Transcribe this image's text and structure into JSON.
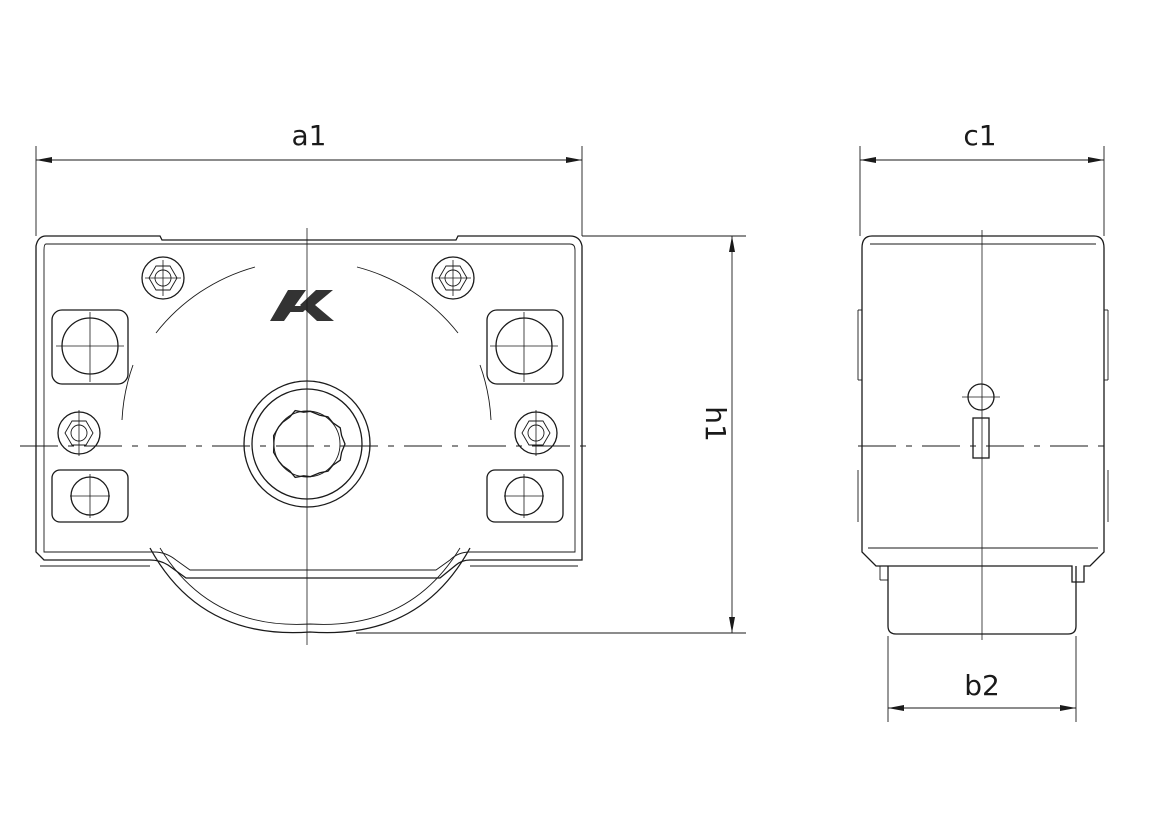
{
  "dimensions": {
    "a1": "a1",
    "c1": "c1",
    "h1": "h1",
    "b2": "b2"
  },
  "colors": {
    "line": "#1a1a1a",
    "background": "#ffffff"
  },
  "icons": {
    "logo": "manufacturer-logo-icon"
  }
}
